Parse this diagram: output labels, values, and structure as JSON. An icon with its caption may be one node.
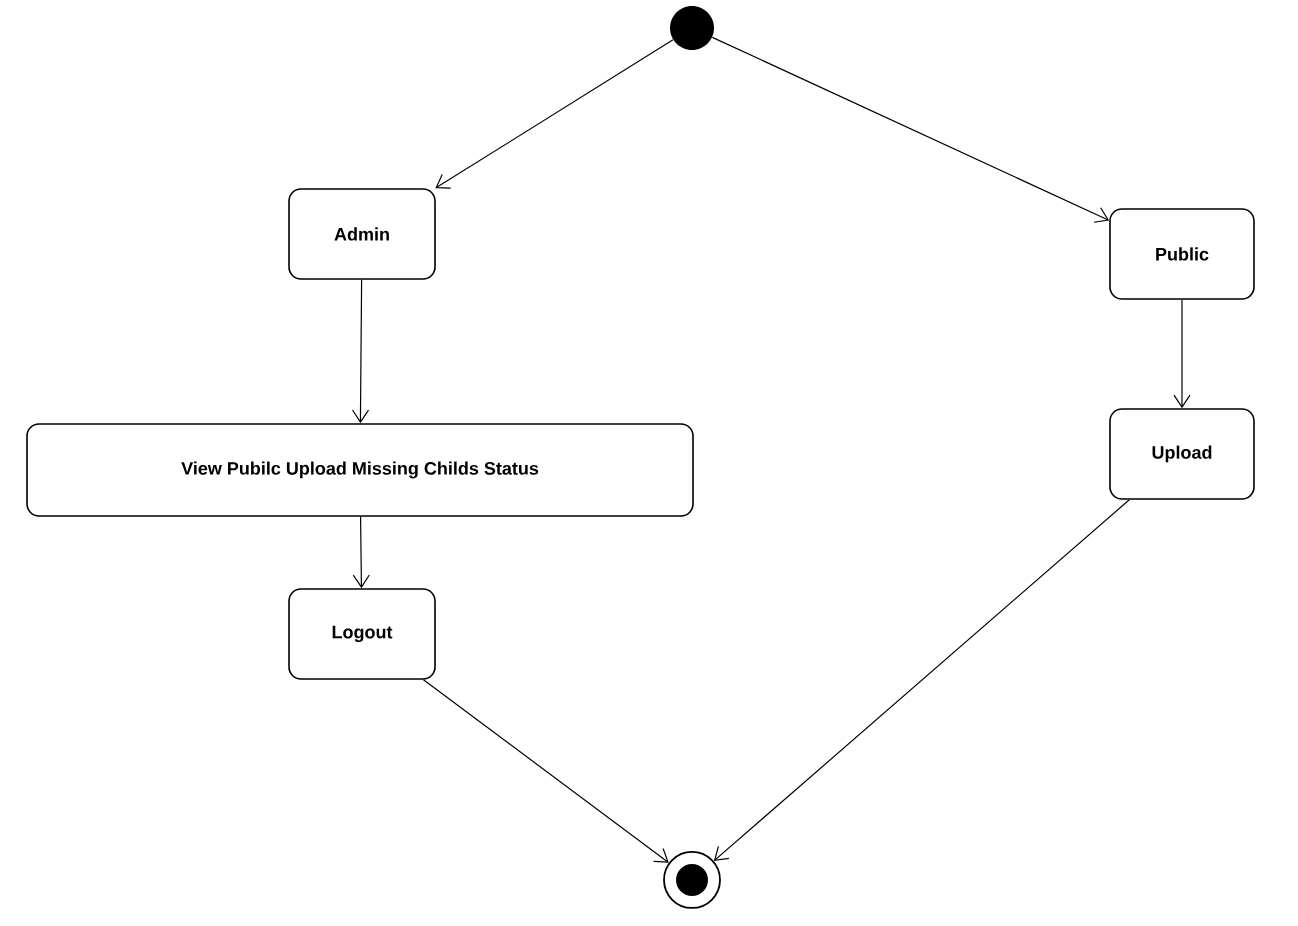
{
  "diagram": {
    "nodes": [
      {
        "text": [],
        "shape": "circle"
      },
      {
        "text": [
          "Admin"
        ]
      },
      {
        "text": [
          "Public"
        ]
      },
      {
        "text": [
          "View Pubilc Upload Missing Childs Status"
        ]
      },
      {
        "text": [
          "Upload"
        ]
      },
      {
        "text": [
          "Logout"
        ]
      },
      {
        "text": [],
        "shape": "bullseye"
      }
    ],
    "edges": [
      {
        "from": 0,
        "to": 1,
        "arrow": "to"
      },
      {
        "from": 0,
        "to": 2,
        "arrow": "to"
      },
      {
        "from": 1,
        "to": 3,
        "arrow": "to"
      },
      {
        "from": 3,
        "to": 5,
        "arrow": "to"
      },
      {
        "from": 2,
        "to": 4,
        "arrow": "to"
      },
      {
        "from": 5,
        "to": 6,
        "arrow": "to"
      },
      {
        "from": 4,
        "to": 6,
        "arrow": "to"
      }
    ]
  }
}
